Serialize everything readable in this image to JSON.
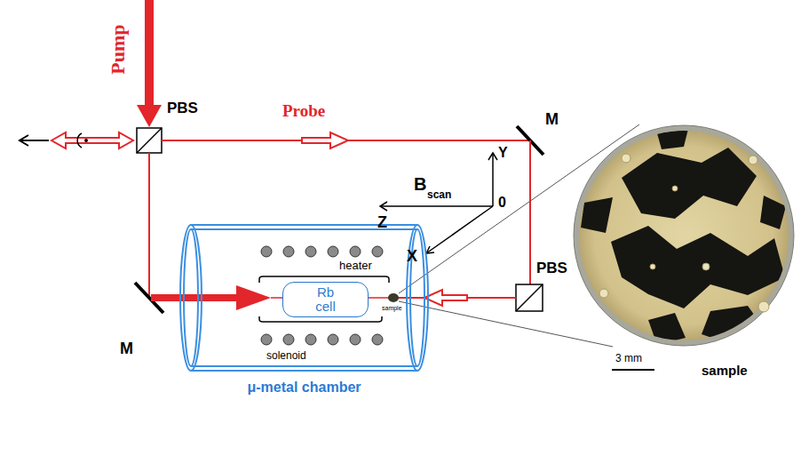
{
  "diagram": {
    "nodes": [
      {
        "text": [
          "μ-metal chamber"
        ]
      },
      {
        "text": [
          "Rb cell"
        ],
        "in": 0
      }
    ],
    "labels": [
      "Pump",
      "PBS",
      "Probe",
      "M",
      "Y",
      "B",
      "scan",
      "0",
      "Z",
      "X",
      "PBS",
      "M",
      "heater",
      "sample",
      "solenoid",
      "3 mm",
      "sample"
    ]
  }
}
